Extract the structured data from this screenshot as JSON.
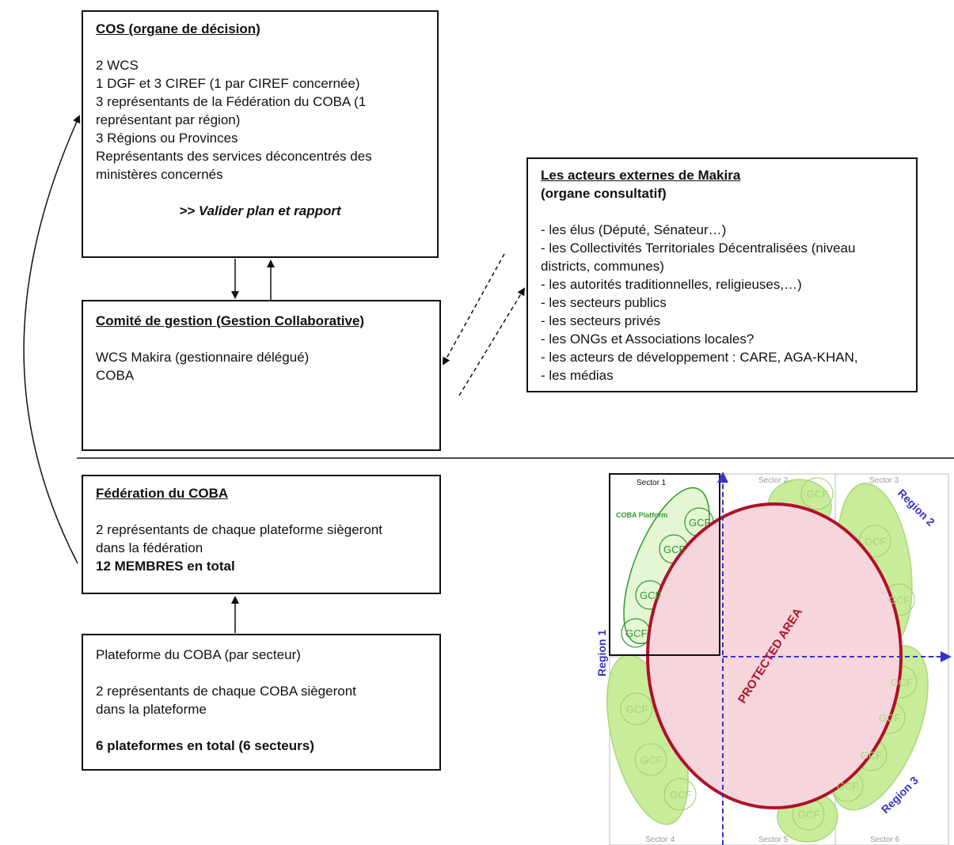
{
  "cos": {
    "title": "COS (organe de décision)",
    "lines": [
      "2 WCS",
      "1 DGF et 3 CIREF (1 par CIREF concernée)",
      "3 représentants de la Fédération du COBA (1",
      "représentant par région)",
      "3 Régions ou Provinces",
      "Représentants des services déconcentrés des",
      "ministères concernés"
    ],
    "action": ">> Valider plan et rapport"
  },
  "comite": {
    "title": "Comité de gestion (Gestion Collaborative)",
    "lines": [
      "WCS Makira (gestionnaire délégué)",
      "COBA"
    ]
  },
  "acteurs": {
    "title": "Les acteurs externes de Makira",
    "subtitle": "(organe consultatif)",
    "lines": [
      "- les élus (Député, Sénateur…)",
      "- les Collectivités Territoriales Décentralisées (niveau",
      "districts, communes)",
      "- les autorités traditionnelles, religieuses,…)",
      "- les secteurs publics",
      "- les secteurs privés",
      "- les ONGs et Associations locales?",
      "- les acteurs de développement : CARE, AGA-KHAN,",
      "- les médias"
    ]
  },
  "federation": {
    "title": "Fédération du COBA",
    "lines": [
      "2 représentants de chaque plateforme siègeront",
      "dans la fédération"
    ],
    "total_bold": "12 MEMBRES",
    "total_rest": " en total"
  },
  "plateforme": {
    "line1": "Plateforme du COBA (par secteur)",
    "line2": "2 représentants de chaque COBA siègeront",
    "line3": "dans la plateforme",
    "total": "6 plateformes en total (6 secteurs)"
  },
  "map": {
    "sectors": [
      "Sector 1",
      "Sector 2",
      "Sector 3",
      "Sector 4",
      "Sector 5",
      "Sector 6"
    ],
    "regions": [
      "Region 1",
      "Region 2",
      "Region 3"
    ],
    "coba_platform": "COBA Platform",
    "protected_area": "PROTECTED AREA",
    "gcf": "GCF",
    "colors": {
      "dark_green": "#2e9a2e",
      "light_green": "#c8ec9a",
      "light_green_stroke": "#a8d878",
      "region_blue": "#3434c8",
      "protected_red": "#b0102a",
      "protected_fill": "#f6d6dc"
    }
  }
}
